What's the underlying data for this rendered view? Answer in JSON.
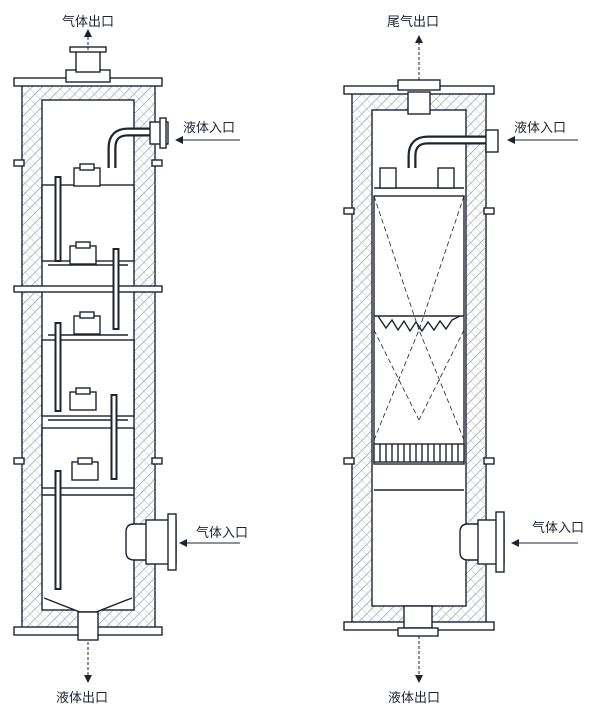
{
  "left_column": {
    "gas_outlet": "气体出口",
    "liquid_inlet": "液体入口",
    "gas_inlet": "气体入口",
    "liquid_outlet": "液体出口"
  },
  "right_column": {
    "tail_gas_outlet": "尾气出口",
    "liquid_inlet": "液体入口",
    "gas_inlet": "气体入口",
    "liquid_outlet": "液体出口"
  },
  "colors": {
    "ink": "#1f2230",
    "hatch": "#9aa0ad",
    "background": "#ffffff"
  }
}
